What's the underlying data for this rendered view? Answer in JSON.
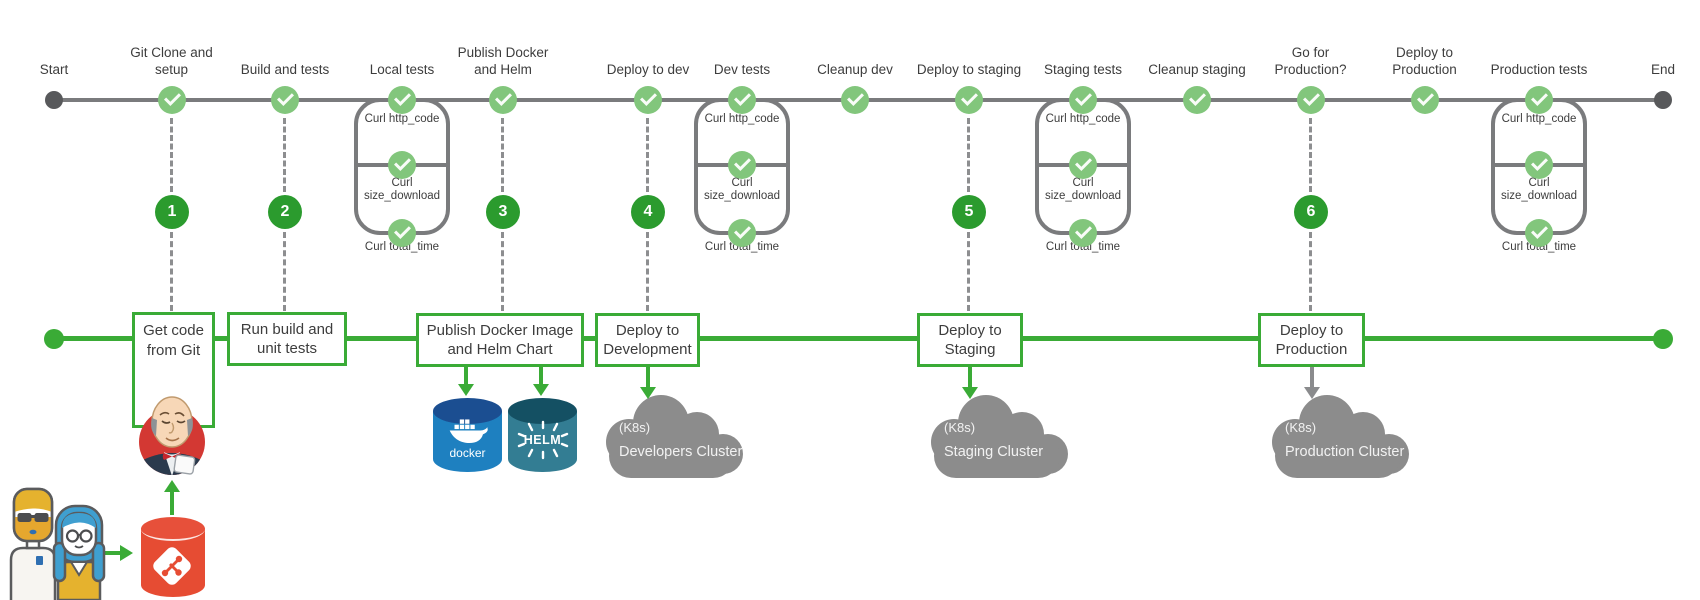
{
  "timeline": {
    "start_label": "Start",
    "end_label": "End"
  },
  "stages": [
    {
      "label": "Git Clone and setup",
      "number": "1",
      "type": "checkpoint"
    },
    {
      "label": "Build and tests",
      "number": "2",
      "type": "checkpoint"
    },
    {
      "label": "Local tests",
      "type": "tests"
    },
    {
      "label": "Publish Docker and Helm",
      "number": "3",
      "type": "checkpoint"
    },
    {
      "label": "Deploy to dev",
      "number": "4",
      "type": "checkpoint"
    },
    {
      "label": "Dev tests",
      "type": "tests"
    },
    {
      "label": "Cleanup dev",
      "type": "checkpoint"
    },
    {
      "label": "Deploy to staging",
      "number": "5",
      "type": "checkpoint"
    },
    {
      "label": "Staging tests",
      "type": "tests"
    },
    {
      "label": "Cleanup staging",
      "type": "checkpoint"
    },
    {
      "label": "Go for Production?",
      "number": "6",
      "type": "checkpoint"
    },
    {
      "label": "Deploy to Production",
      "type": "checkpoint"
    },
    {
      "label": "Production tests",
      "type": "tests"
    }
  ],
  "curl_tests": {
    "http_code": "Curl http_code",
    "size_download": "Curl size_download",
    "total_time": "Curl total_time"
  },
  "pipeline_boxes": [
    {
      "label": "Get code from Git"
    },
    {
      "label": "Run build and unit tests"
    },
    {
      "label": "Publish Docker Image and Helm Chart"
    },
    {
      "label": "Deploy to Development"
    },
    {
      "label": "Deploy to Staging"
    },
    {
      "label": "Deploy to Production"
    }
  ],
  "artifacts": {
    "docker_label": "docker",
    "helm_label": "HELM"
  },
  "clusters": [
    {
      "line1": "(K8s)",
      "line2": "Developers Cluster"
    },
    {
      "line1": "(K8s)",
      "line2": "Staging Cluster"
    },
    {
      "line1": "(K8s)",
      "line2": "Production Cluster"
    }
  ],
  "colors": {
    "timeline_gray": "#7a7b7d",
    "endpoint_dark": "#58595b",
    "check_green": "#82c67c",
    "step_number_green": "#2b9b2e",
    "pipeline_green": "#3aab36",
    "cloud_gray": "#8c8c8c",
    "docker_blue": "#1e80c0",
    "docker_top_blue": "#1b4e91",
    "helm_teal": "#337d93",
    "helm_top_teal": "#145063",
    "git_red": "#e64c33",
    "jenkins_red": "#d33833"
  }
}
